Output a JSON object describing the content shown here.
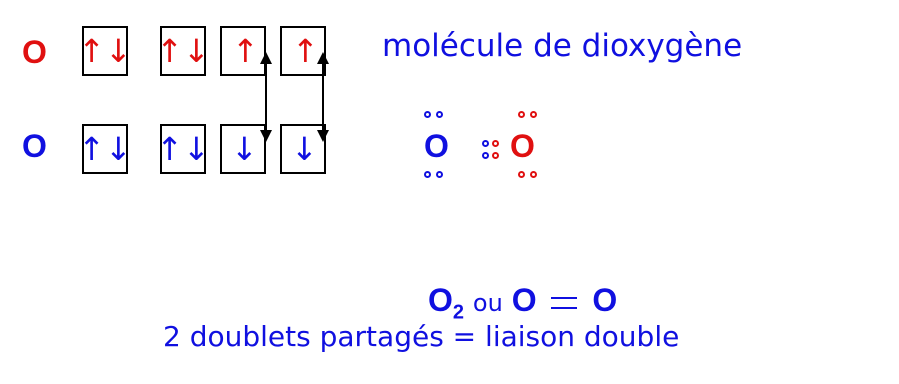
{
  "title": "molécule de dioxygène",
  "colors": {
    "red": "#e01010",
    "blue": "#1010e0",
    "line": "#000000"
  },
  "rows": [
    {
      "atom": "O",
      "color": "#e01010",
      "core_box": "↑↓",
      "valence_boxes": [
        "↑↓",
        "↑",
        "↑"
      ]
    },
    {
      "atom": "O",
      "color": "#1010e0",
      "core_box": "↑↓",
      "valence_boxes": [
        "↑↓",
        "↓",
        "↓"
      ]
    }
  ],
  "lewis": {
    "left_atom": "O",
    "right_atom": "O"
  },
  "formula": {
    "molecular": "O",
    "subscript": "2",
    "connector": "ou",
    "structural_left": "O",
    "structural_right": "O"
  },
  "caption": "2 doublets partagés = liaison double"
}
